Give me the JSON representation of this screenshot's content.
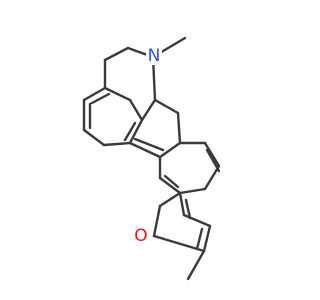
{
  "molecule": {
    "colors": {
      "bond": "#3a3a3a",
      "oxygen": "#ff0d0d",
      "nitrogen": "#3050f8",
      "background": "#ffffff"
    },
    "atoms": [
      {
        "id": "N",
        "element": "N",
        "label": "N"
      },
      {
        "id": "O",
        "element": "O",
        "label": "O"
      }
    ]
  }
}
